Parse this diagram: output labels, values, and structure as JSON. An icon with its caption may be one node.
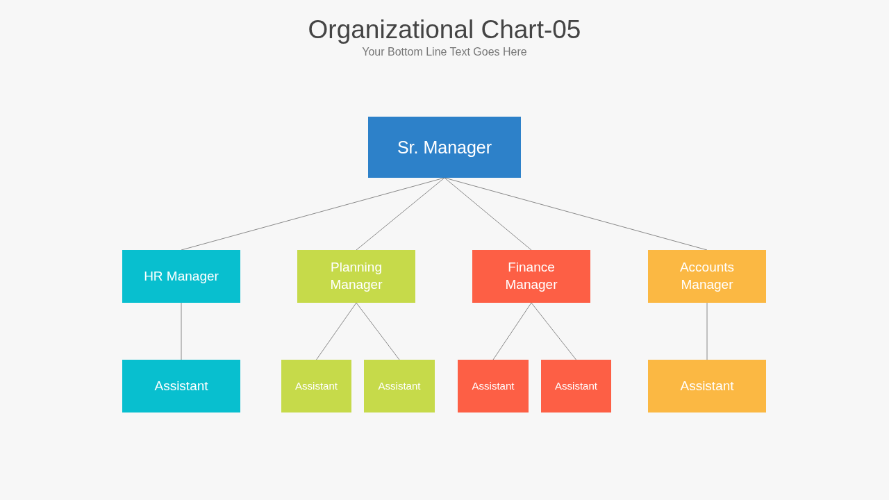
{
  "diagram": {
    "title": "Organizational Chart-05",
    "caption": "Your Bottom Line Text Goes Here",
    "nodes": [
      {
        "text": [
          "Sr. Manager"
        ]
      },
      {
        "text": [
          "HR Manager"
        ]
      },
      {
        "text": [
          "Planning Manager"
        ]
      },
      {
        "text": [
          "Finance Manager"
        ]
      },
      {
        "text": [
          "Accounts Manager"
        ]
      },
      {
        "text": [
          "Assistant"
        ]
      },
      {
        "text": [
          "Assistant"
        ]
      },
      {
        "text": [
          "Assistant"
        ]
      },
      {
        "text": [
          "Assistant"
        ]
      },
      {
        "text": [
          "Assistant"
        ]
      },
      {
        "text": [
          "Assistant"
        ]
      }
    ],
    "edges": [
      {
        "from": 0,
        "to": 1,
        "arrow": "none"
      },
      {
        "from": 0,
        "to": 2,
        "arrow": "none"
      },
      {
        "from": 0,
        "to": 3,
        "arrow": "none"
      },
      {
        "from": 0,
        "to": 4,
        "arrow": "none"
      },
      {
        "from": 1,
        "to": 5,
        "arrow": "none"
      },
      {
        "from": 2,
        "to": 6,
        "arrow": "none"
      },
      {
        "from": 2,
        "to": 7,
        "arrow": "none"
      },
      {
        "from": 3,
        "to": 8,
        "arrow": "none"
      },
      {
        "from": 3,
        "to": 9,
        "arrow": "none"
      },
      {
        "from": 4,
        "to": 10,
        "arrow": "none"
      }
    ]
  }
}
